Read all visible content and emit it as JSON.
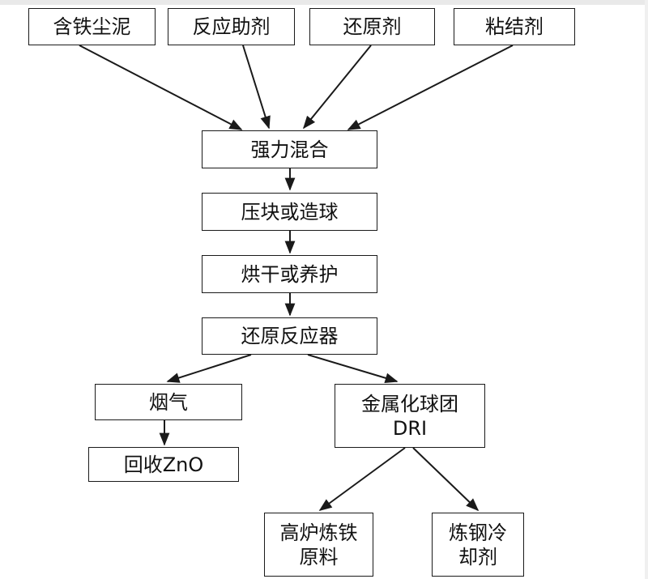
{
  "diagram": {
    "inputs": [
      "含铁尘泥",
      "反应助剂",
      "还原剂",
      "粘结剂"
    ],
    "steps": [
      "强力混合",
      "压块或造球",
      "烘干或养护",
      "还原反应器"
    ],
    "branch_left": [
      "烟气",
      "回收ZnO"
    ],
    "branch_right": {
      "line1": "金属化球团",
      "line2": "DRI"
    },
    "outputs": [
      {
        "line1": "高炉炼铁",
        "line2": "原料"
      },
      {
        "line1": "炼钢冷",
        "line2": "却剂"
      }
    ],
    "colors": {
      "line": "#1a1a1a",
      "text": "#111111",
      "background": "#ffffff"
    }
  }
}
